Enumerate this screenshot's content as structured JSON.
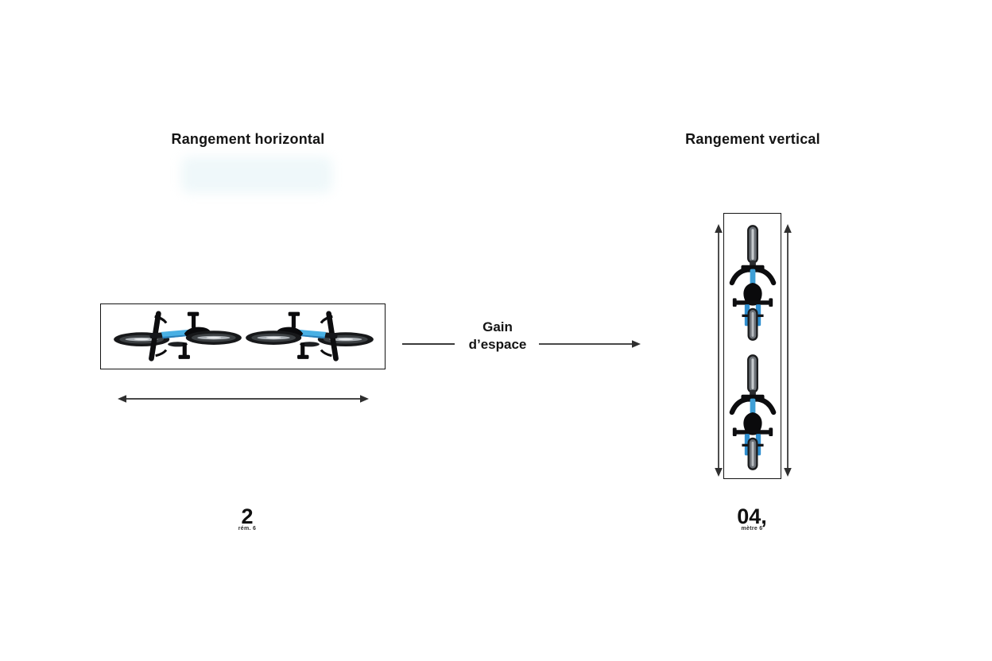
{
  "left_section": {
    "title": "Rangement horizontal",
    "count": "2",
    "count_sub": "rém. 6"
  },
  "right_section": {
    "title": "Rangement vertical",
    "count": "04,",
    "count_sub": "mètre 6"
  },
  "center": {
    "gain_line1": "Gain",
    "gain_line2": "d’espace"
  },
  "colors": {
    "ink": "#141414",
    "arrow_line": "#2f2f2f",
    "frame_blue": "#49b0e4",
    "fork_blue": "#2f8fd0",
    "wheel_dark": "#17181a",
    "wheel_gray": "#6b7076"
  },
  "icons": {
    "bike_horizontal": "bike-top-view-horizontal-icon",
    "bike_vertical": "bike-top-view-vertical-icon",
    "width_arrow": "width-dimension-arrow",
    "height_arrow": "height-dimension-arrow",
    "flow_arrow": "right-arrow-icon"
  }
}
